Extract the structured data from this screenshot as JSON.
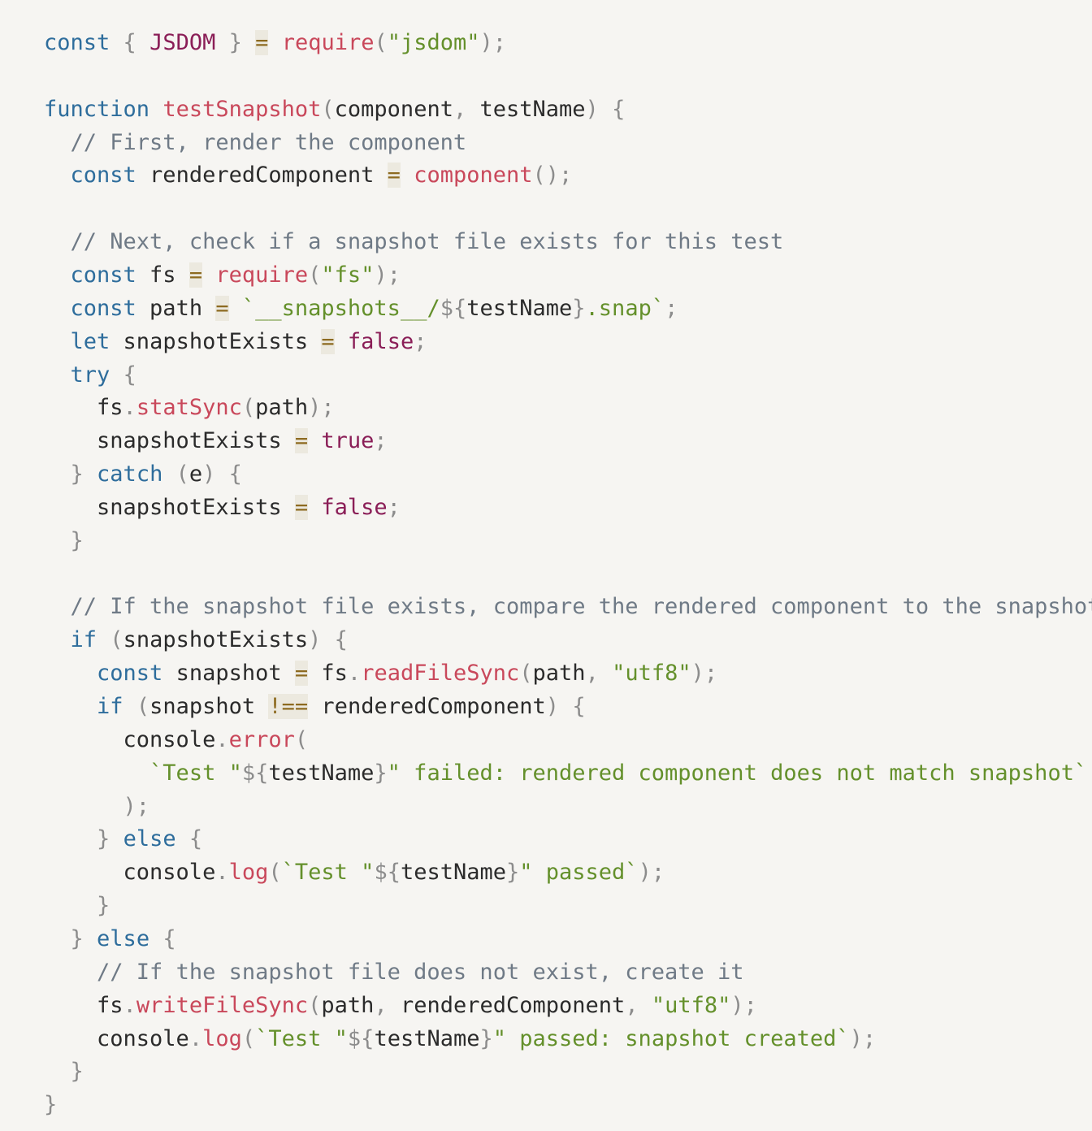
{
  "editor": {
    "language": "javascript",
    "colors": {
      "background": "#f6f5f2",
      "keyword": "#2e6d9c",
      "function": "#c9485b",
      "string": "#64902b",
      "comment": "#6f7a86",
      "literal": "#8a1e57",
      "punctuation": "#8c8c8c",
      "operator": "#8d6a20",
      "identifier": "#2b2b2b"
    },
    "lines": [
      [
        [
          "k",
          "const"
        ],
        [
          "t",
          " "
        ],
        [
          "p",
          "{"
        ],
        [
          "t",
          " "
        ],
        [
          "l",
          "JSDOM"
        ],
        [
          "t",
          " "
        ],
        [
          "p",
          "}"
        ],
        [
          "t",
          " "
        ],
        [
          "o",
          "="
        ],
        [
          "t",
          " "
        ],
        [
          "f",
          "require"
        ],
        [
          "p",
          "("
        ],
        [
          "s",
          "\"jsdom\""
        ],
        [
          "p",
          ");"
        ]
      ],
      [],
      [
        [
          "k",
          "function"
        ],
        [
          "t",
          " "
        ],
        [
          "f",
          "testSnapshot"
        ],
        [
          "p",
          "("
        ],
        [
          "t",
          "component"
        ],
        [
          "p",
          ","
        ],
        [
          "t",
          " testName"
        ],
        [
          "p",
          ")"
        ],
        [
          "t",
          " "
        ],
        [
          "p",
          "{"
        ]
      ],
      [
        [
          "t",
          "  "
        ],
        [
          "c",
          "// First, render the component"
        ]
      ],
      [
        [
          "t",
          "  "
        ],
        [
          "k",
          "const"
        ],
        [
          "t",
          " renderedComponent "
        ],
        [
          "o",
          "="
        ],
        [
          "t",
          " "
        ],
        [
          "f",
          "component"
        ],
        [
          "p",
          "();"
        ]
      ],
      [],
      [
        [
          "t",
          "  "
        ],
        [
          "c",
          "// Next, check if a snapshot file exists for this test"
        ]
      ],
      [
        [
          "t",
          "  "
        ],
        [
          "k",
          "const"
        ],
        [
          "t",
          " fs "
        ],
        [
          "o",
          "="
        ],
        [
          "t",
          " "
        ],
        [
          "f",
          "require"
        ],
        [
          "p",
          "("
        ],
        [
          "s",
          "\"fs\""
        ],
        [
          "p",
          ");"
        ]
      ],
      [
        [
          "t",
          "  "
        ],
        [
          "k",
          "const"
        ],
        [
          "t",
          " path "
        ],
        [
          "o",
          "="
        ],
        [
          "t",
          " "
        ],
        [
          "s",
          "`__snapshots__/"
        ],
        [
          "p",
          "${"
        ],
        [
          "t",
          "testName"
        ],
        [
          "p",
          "}"
        ],
        [
          "s",
          ".snap`"
        ],
        [
          "p",
          ";"
        ]
      ],
      [
        [
          "t",
          "  "
        ],
        [
          "k",
          "let"
        ],
        [
          "t",
          " snapshotExists "
        ],
        [
          "o",
          "="
        ],
        [
          "t",
          " "
        ],
        [
          "l",
          "false"
        ],
        [
          "p",
          ";"
        ]
      ],
      [
        [
          "t",
          "  "
        ],
        [
          "k",
          "try"
        ],
        [
          "t",
          " "
        ],
        [
          "p",
          "{"
        ]
      ],
      [
        [
          "t",
          "    fs"
        ],
        [
          "p",
          "."
        ],
        [
          "f",
          "statSync"
        ],
        [
          "p",
          "("
        ],
        [
          "t",
          "path"
        ],
        [
          "p",
          ");"
        ]
      ],
      [
        [
          "t",
          "    snapshotExists "
        ],
        [
          "o",
          "="
        ],
        [
          "t",
          " "
        ],
        [
          "l",
          "true"
        ],
        [
          "p",
          ";"
        ]
      ],
      [
        [
          "t",
          "  "
        ],
        [
          "p",
          "}"
        ],
        [
          "t",
          " "
        ],
        [
          "k",
          "catch"
        ],
        [
          "t",
          " "
        ],
        [
          "p",
          "("
        ],
        [
          "t",
          "e"
        ],
        [
          "p",
          ")"
        ],
        [
          "t",
          " "
        ],
        [
          "p",
          "{"
        ]
      ],
      [
        [
          "t",
          "    snapshotExists "
        ],
        [
          "o",
          "="
        ],
        [
          "t",
          " "
        ],
        [
          "l",
          "false"
        ],
        [
          "p",
          ";"
        ]
      ],
      [
        [
          "t",
          "  "
        ],
        [
          "p",
          "}"
        ]
      ],
      [],
      [
        [
          "t",
          "  "
        ],
        [
          "c",
          "// If the snapshot file exists, compare the rendered component to the snapshot"
        ]
      ],
      [
        [
          "t",
          "  "
        ],
        [
          "k",
          "if"
        ],
        [
          "t",
          " "
        ],
        [
          "p",
          "("
        ],
        [
          "t",
          "snapshotExists"
        ],
        [
          "p",
          ")"
        ],
        [
          "t",
          " "
        ],
        [
          "p",
          "{"
        ]
      ],
      [
        [
          "t",
          "    "
        ],
        [
          "k",
          "const"
        ],
        [
          "t",
          " snapshot "
        ],
        [
          "o",
          "="
        ],
        [
          "t",
          " fs"
        ],
        [
          "p",
          "."
        ],
        [
          "f",
          "readFileSync"
        ],
        [
          "p",
          "("
        ],
        [
          "t",
          "path"
        ],
        [
          "p",
          ","
        ],
        [
          "t",
          " "
        ],
        [
          "s",
          "\"utf8\""
        ],
        [
          "p",
          ");"
        ]
      ],
      [
        [
          "t",
          "    "
        ],
        [
          "k",
          "if"
        ],
        [
          "t",
          " "
        ],
        [
          "p",
          "("
        ],
        [
          "t",
          "snapshot "
        ],
        [
          "o",
          "!=="
        ],
        [
          "t",
          " renderedComponent"
        ],
        [
          "p",
          ")"
        ],
        [
          "t",
          " "
        ],
        [
          "p",
          "{"
        ]
      ],
      [
        [
          "t",
          "      console"
        ],
        [
          "p",
          "."
        ],
        [
          "f",
          "error"
        ],
        [
          "p",
          "("
        ]
      ],
      [
        [
          "t",
          "        "
        ],
        [
          "s",
          "`Test \""
        ],
        [
          "p",
          "${"
        ],
        [
          "t",
          "testName"
        ],
        [
          "p",
          "}"
        ],
        [
          "s",
          "\" failed: rendered component does not match snapshot`"
        ]
      ],
      [
        [
          "t",
          "      "
        ],
        [
          "p",
          ");"
        ]
      ],
      [
        [
          "t",
          "    "
        ],
        [
          "p",
          "}"
        ],
        [
          "t",
          " "
        ],
        [
          "k",
          "else"
        ],
        [
          "t",
          " "
        ],
        [
          "p",
          "{"
        ]
      ],
      [
        [
          "t",
          "      console"
        ],
        [
          "p",
          "."
        ],
        [
          "f",
          "log"
        ],
        [
          "p",
          "("
        ],
        [
          "s",
          "`Test \""
        ],
        [
          "p",
          "${"
        ],
        [
          "t",
          "testName"
        ],
        [
          "p",
          "}"
        ],
        [
          "s",
          "\" passed`"
        ],
        [
          "p",
          ");"
        ]
      ],
      [
        [
          "t",
          "    "
        ],
        [
          "p",
          "}"
        ]
      ],
      [
        [
          "t",
          "  "
        ],
        [
          "p",
          "}"
        ],
        [
          "t",
          " "
        ],
        [
          "k",
          "else"
        ],
        [
          "t",
          " "
        ],
        [
          "p",
          "{"
        ]
      ],
      [
        [
          "t",
          "    "
        ],
        [
          "c",
          "// If the snapshot file does not exist, create it"
        ]
      ],
      [
        [
          "t",
          "    fs"
        ],
        [
          "p",
          "."
        ],
        [
          "f",
          "writeFileSync"
        ],
        [
          "p",
          "("
        ],
        [
          "t",
          "path"
        ],
        [
          "p",
          ","
        ],
        [
          "t",
          " renderedComponent"
        ],
        [
          "p",
          ","
        ],
        [
          "t",
          " "
        ],
        [
          "s",
          "\"utf8\""
        ],
        [
          "p",
          ");"
        ]
      ],
      [
        [
          "t",
          "    console"
        ],
        [
          "p",
          "."
        ],
        [
          "f",
          "log"
        ],
        [
          "p",
          "("
        ],
        [
          "s",
          "`Test \""
        ],
        [
          "p",
          "${"
        ],
        [
          "t",
          "testName"
        ],
        [
          "p",
          "}"
        ],
        [
          "s",
          "\" passed: snapshot created`"
        ],
        [
          "p",
          ");"
        ]
      ],
      [
        [
          "t",
          "  "
        ],
        [
          "p",
          "}"
        ]
      ],
      [
        [
          "p",
          "}"
        ]
      ]
    ]
  }
}
